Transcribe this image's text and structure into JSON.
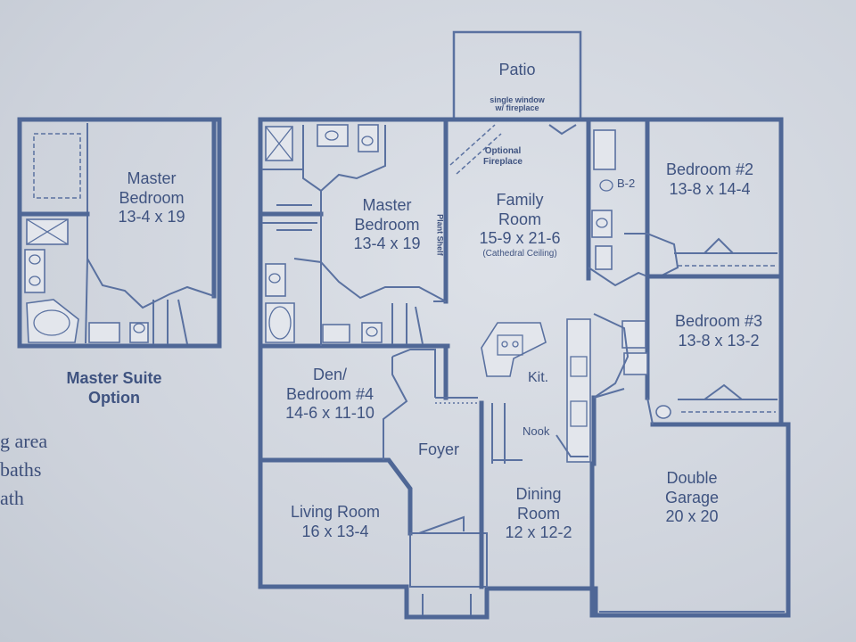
{
  "plan": {
    "patio": {
      "name": "Patio",
      "note": "single window\nw/ fireplace"
    },
    "family_room": {
      "name": "Family\nRoom",
      "dims": "15-9 x 21-6",
      "note": "(Cathedral Ceiling)"
    },
    "optional_fireplace": "Optional\nFireplace",
    "plant_shelf": "Plant Shelf",
    "master_bedroom": {
      "name": "Master\nBedroom",
      "dims": "13-4 x 19"
    },
    "bath_b2": "B-2",
    "bedroom2": {
      "name": "Bedroom #2",
      "dims": "13-8 x 14-4"
    },
    "bedroom3": {
      "name": "Bedroom #3",
      "dims": "13-8 x 13-2"
    },
    "den": {
      "name": "Den/\nBedroom #4",
      "dims": "14-6 x 11-10"
    },
    "foyer": "Foyer",
    "kitchen": "Kit.",
    "nook": "Nook",
    "dining": {
      "name": "Dining\nRoom",
      "dims": "12 x 12-2"
    },
    "living": {
      "name": "Living Room",
      "dims": "16 x 13-4"
    },
    "garage": {
      "name": "Double\nGarage",
      "dims": "20 x 20"
    }
  },
  "option": {
    "master_bedroom": {
      "name": "Master\nBedroom",
      "dims": "13-4 x 19"
    },
    "caption": "Master Suite\nOption"
  },
  "side_text": [
    "g area",
    "baths",
    "ath"
  ]
}
